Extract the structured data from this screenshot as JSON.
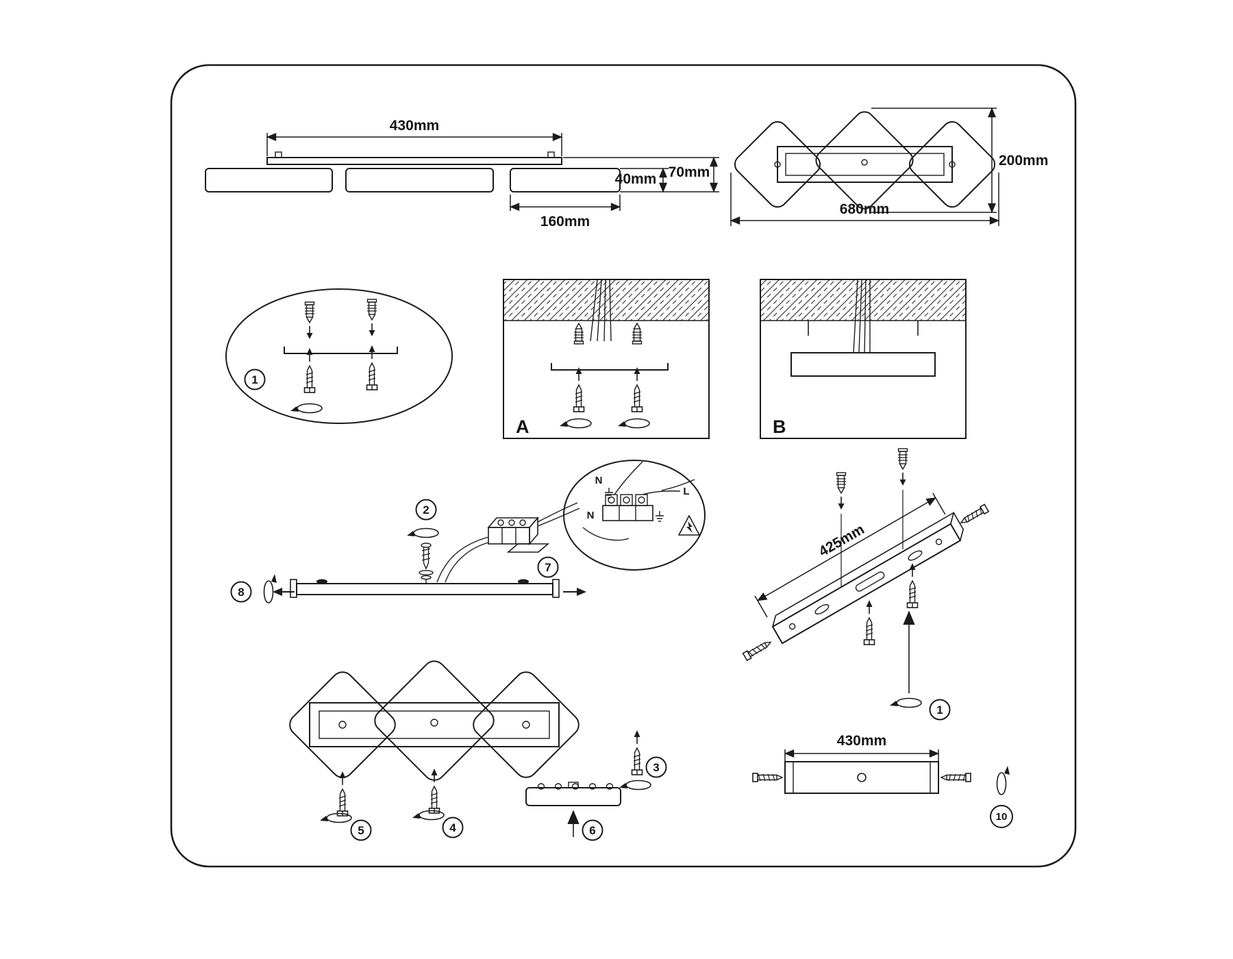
{
  "figure": {
    "type": "ceiling-light-installation-diagram",
    "background": "#ffffff",
    "line_color": "#1b1b1b"
  },
  "dims": {
    "top_width": "430mm",
    "total_height": "70mm",
    "panel_height": "40mm",
    "panel_width": "160mm",
    "front_height": "200mm",
    "front_width": "680mm",
    "bracket_length": "425mm",
    "bar_length": "430mm"
  },
  "labels": {
    "panel_a": "A",
    "panel_b": "B"
  },
  "wiring": {
    "n_top": "N",
    "l_top": "L",
    "n_block": "N"
  },
  "steps": {
    "s1": "1",
    "s2": "2",
    "s3": "3",
    "s4": "4",
    "s5": "5",
    "s6": "6",
    "s7": "7",
    "s8": "8",
    "s1b": "1",
    "s10": "10"
  }
}
